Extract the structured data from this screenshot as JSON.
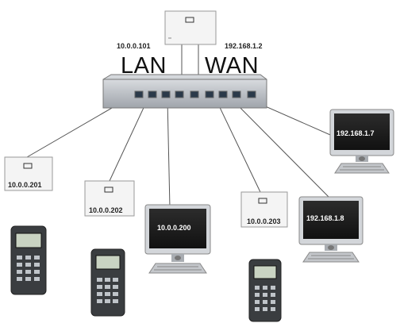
{
  "labels": {
    "lan": "LAN",
    "wan": "WAN",
    "switch_lan_ip": "10.0.0.101",
    "switch_wan_ip": "192.168.1.2"
  },
  "devices": {
    "controller_1": "10.0.0.201",
    "controller_2": "10.0.0.202",
    "controller_3": "10.0.0.203",
    "pc_lan": "10.0.0.200",
    "pc_wan_1": "192.168.1.7",
    "pc_wan_2": "192.168.1.8"
  },
  "colors": {
    "switch_body": "#b9bdc3",
    "screen": "#1e1e1e",
    "line": "#555555"
  }
}
